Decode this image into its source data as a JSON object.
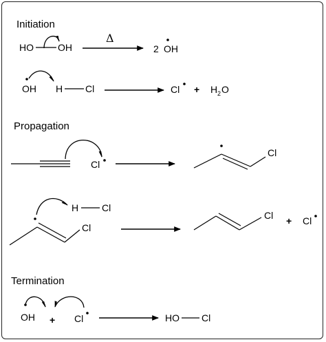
{
  "sections": {
    "initiation": "Initiation",
    "propagation": "Propagation",
    "termination": "Termination"
  },
  "atoms": {
    "ho": "HO",
    "oh": "OH",
    "h": "H",
    "cl": "Cl",
    "two": "2",
    "h2o_h": "H",
    "h2o_sub": "2",
    "h2o_o": "O"
  },
  "symbols": {
    "delta": "Δ",
    "plus": "+",
    "radical_dot": "•"
  },
  "colors": {
    "ink": "#000000",
    "frame": "#222222",
    "background": "#ffffff"
  }
}
